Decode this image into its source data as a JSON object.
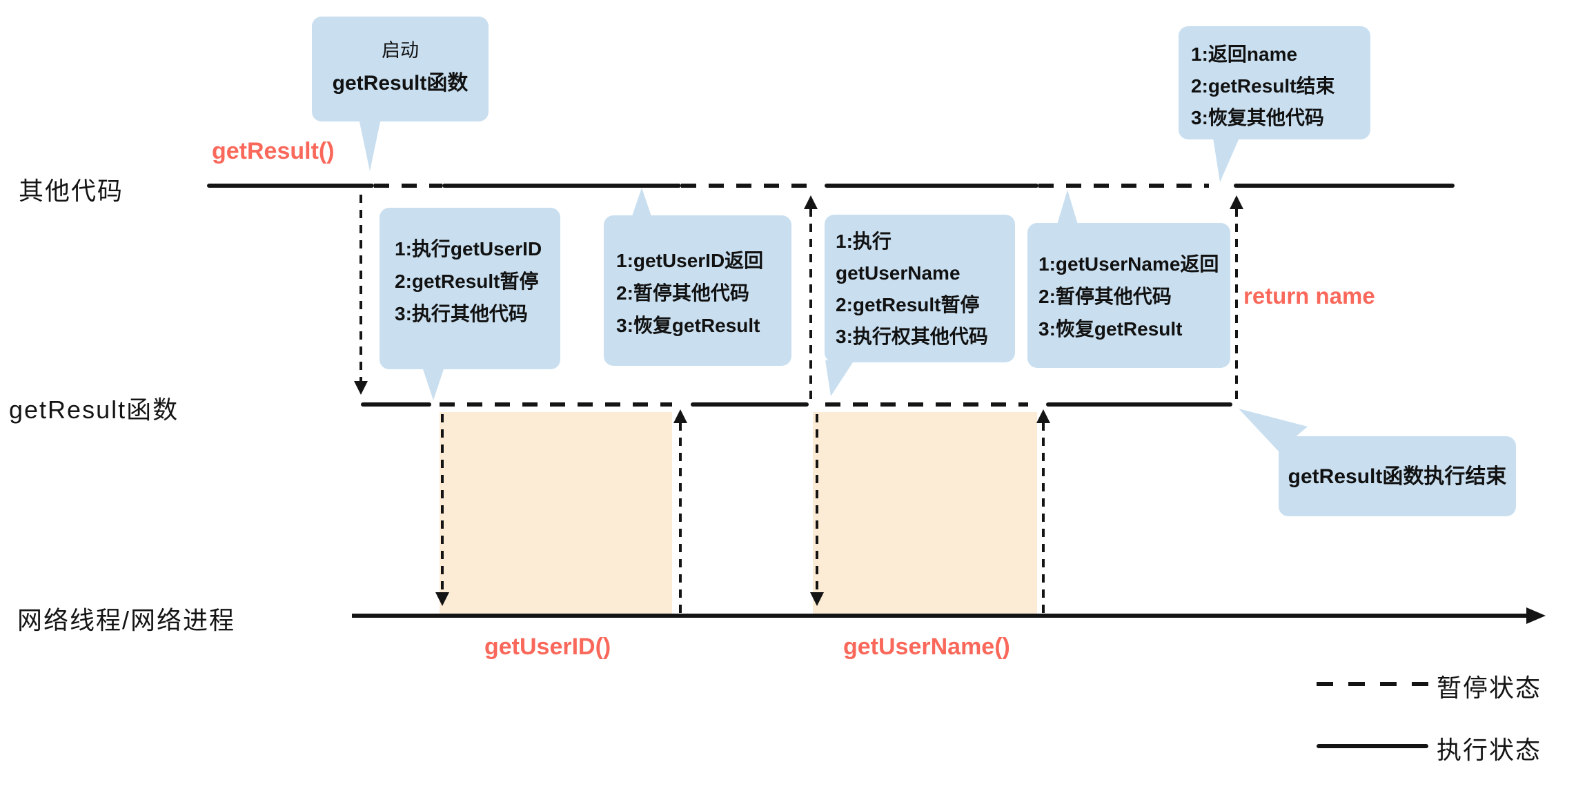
{
  "lanes": {
    "other_code": {
      "label": "其他代码"
    },
    "getresult_fn": {
      "label": "getResult函数"
    },
    "network": {
      "label": "网络线程/网络进程"
    }
  },
  "red_labels": {
    "getresult_call": "getResult()",
    "return_name": "return name",
    "getuserid_call": "getUserID()",
    "getusername_call": "getUserName()"
  },
  "callouts": {
    "start": {
      "lines": [
        "启动",
        "getResult函数"
      ]
    },
    "step1": {
      "lines": [
        "1:执行getUserID",
        "2:getResult暂停",
        "3:执行其他代码"
      ]
    },
    "step2": {
      "lines": [
        "1:getUserID返回",
        "2:暂停其他代码",
        "3:恢复getResult"
      ]
    },
    "step3": {
      "lines": [
        "1:执行",
        "getUserName",
        "2:getResult暂停",
        "3:执行权其他代码"
      ]
    },
    "step4": {
      "lines": [
        "1:getUserName返回",
        "2:暂停其他代码",
        "3:恢复getResult"
      ]
    },
    "finish_top": {
      "lines": [
        "1:返回name",
        "2:getResult结束",
        "3:恢复其他代码"
      ]
    },
    "finish_bottom": {
      "lines": [
        "getResult函数执行结束"
      ]
    }
  },
  "legend": {
    "paused": "暂停状态",
    "running": "执行状态"
  },
  "colors": {
    "callout_blue": "#C9DFF0",
    "activity_orange": "#FCEBD5",
    "accent_red": "#F9685A",
    "line_black": "#141414"
  }
}
